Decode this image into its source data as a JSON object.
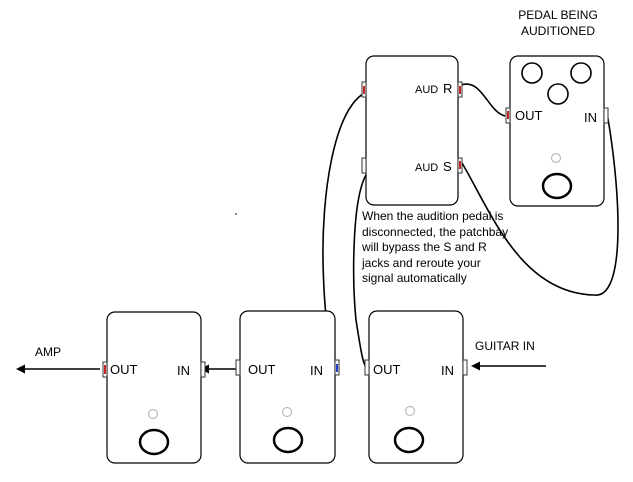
{
  "labels": {
    "pedal_being_auditioned": [
      "PEDAL BEING",
      "AUDITIONED"
    ],
    "amp": "AMP",
    "guitar_in": "GUITAR IN",
    "out": "OUT",
    "in": "IN",
    "aud_r": "AUD",
    "r": "R",
    "aud_s": "AUD",
    "s": "S",
    "note": "When the audition pedal is disconnected, the patchbay will bypass the S and R jacks and reroute your signal automatically"
  },
  "colors": {
    "stroke": "#000000",
    "jack_red": "#cc2222",
    "jack_blue": "#2244cc",
    "led": "#bbbbbb"
  }
}
